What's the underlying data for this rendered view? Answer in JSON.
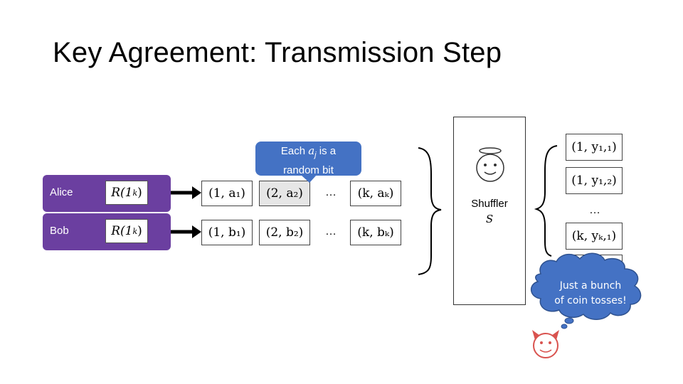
{
  "slide": {
    "title": "Key Agreement: Transmission Step"
  },
  "callout": {
    "line1_prefix": "Each ",
    "line1_var": "a",
    "line1_sub": "j",
    "line1_suffix": " is a",
    "line2": "random bit"
  },
  "parties": [
    {
      "name": "Alice",
      "rand": "R(1",
      "rand_sup": "k",
      "rand_close": ")",
      "cells": [
        "(1, a₁)",
        "(2, a₂)",
        "(k, aₖ)"
      ],
      "dots": "…"
    },
    {
      "name": "Bob",
      "rand": "R(1",
      "rand_sup": "k",
      "rand_close": ")",
      "cells": [
        "(1, b₁)",
        "(2, b₂)",
        "(k, bₖ)"
      ],
      "dots": "…"
    }
  ],
  "shuffler": {
    "label": "Shuffler",
    "symbol": "S",
    "icon": "angel-icon"
  },
  "outputs": {
    "cells": [
      "(1, y₁,₁)",
      "(1, y₁,₂)",
      "(k, yₖ,₁)"
    ],
    "dots": "…"
  },
  "adversary": {
    "thought_line1": "Just a bunch",
    "thought_line2": "of coin tosses!",
    "icon": "devil-icon"
  },
  "colors": {
    "party_bg": "#6b3fa0",
    "callout_bg": "#4472c4",
    "shaded_cell": "#e6e6e6",
    "cloud_fill": "#4472c4",
    "devil": "#d9534f"
  }
}
